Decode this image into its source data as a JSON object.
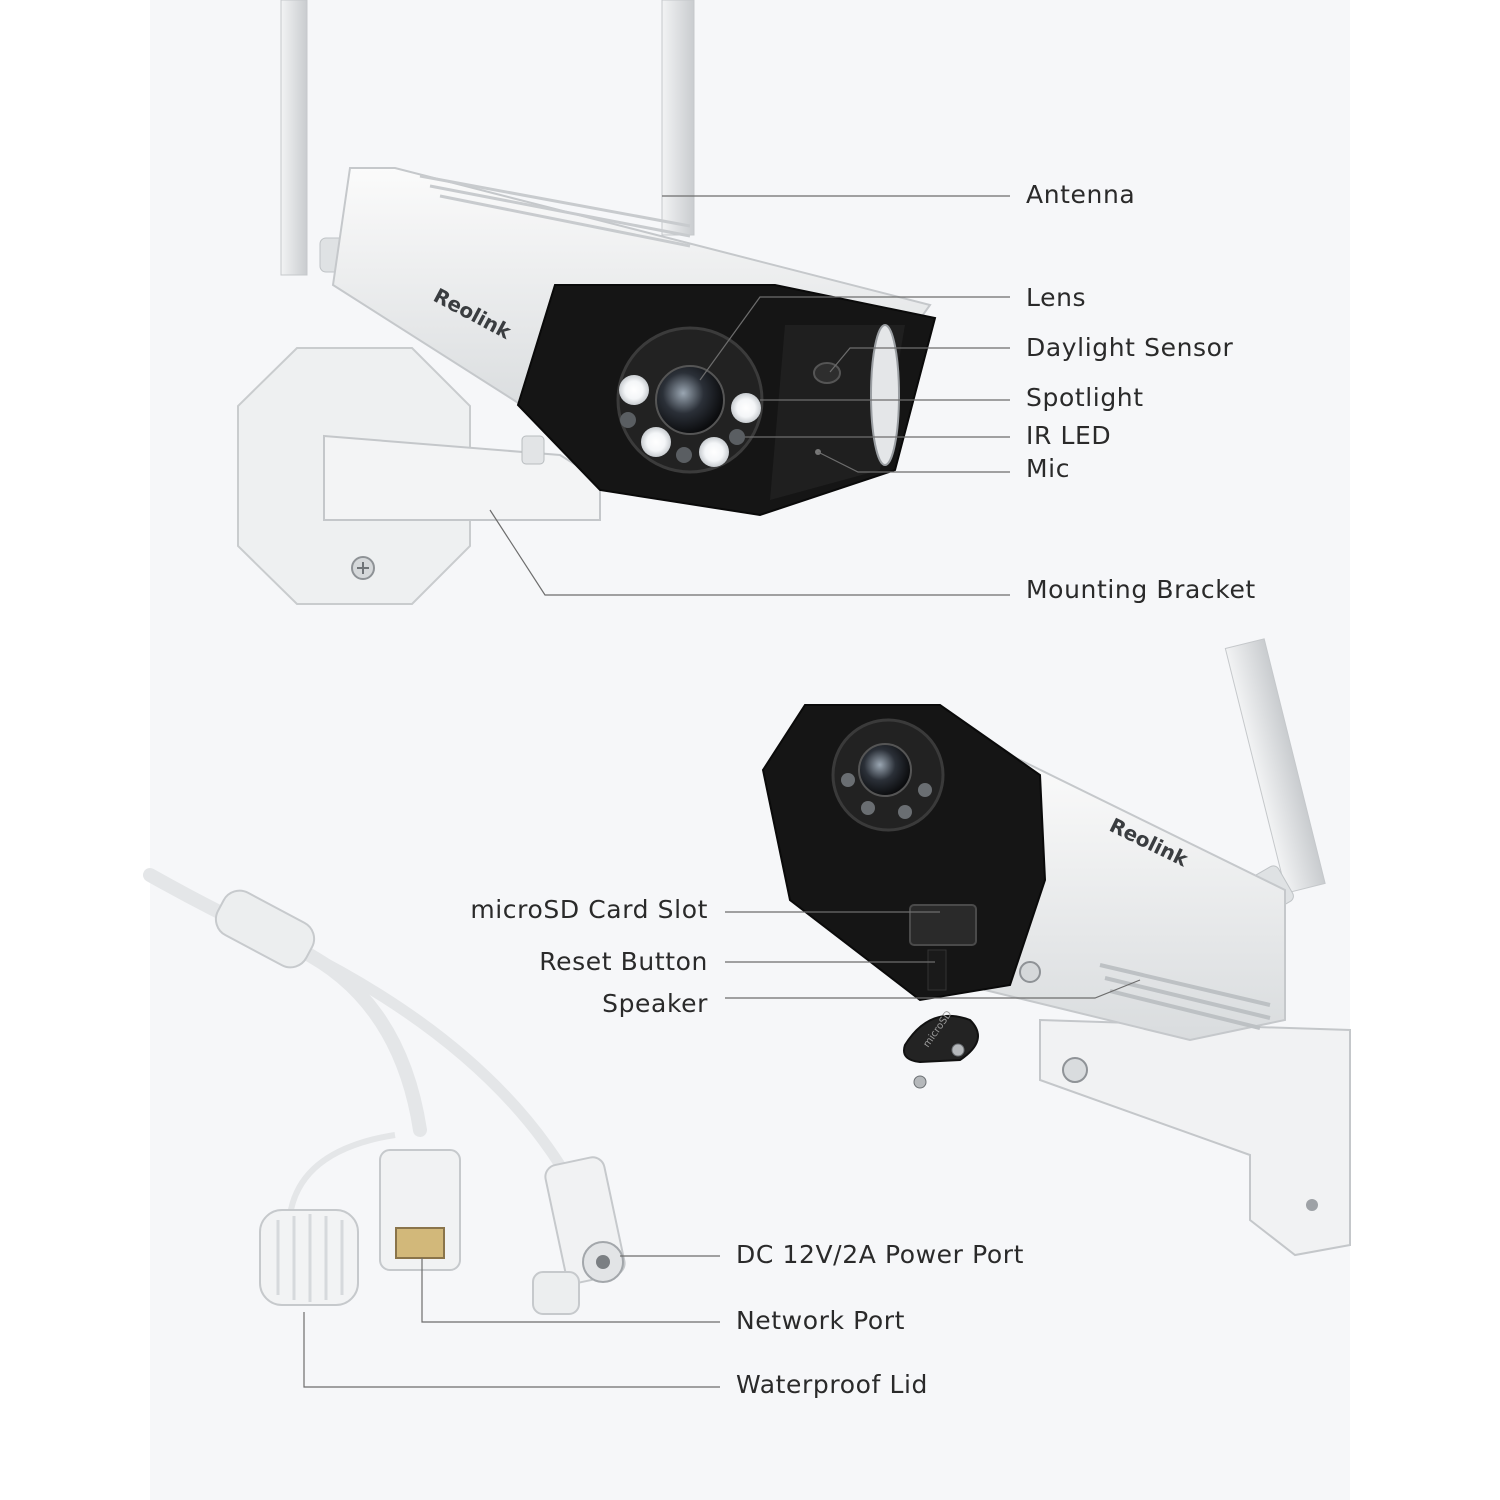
{
  "colors": {
    "background": "#f6f7f9",
    "camera_body": "#eceeef",
    "camera_face": "#151515",
    "leader_line": "#6d6d6d",
    "label_text": "#2a2a2a"
  },
  "top_camera": {
    "brand": "Reolink",
    "callouts": {
      "antenna": "Antenna",
      "lens": "Lens",
      "daylight_sensor": "Daylight Sensor",
      "spotlight": "Spotlight",
      "ir_led": "IR LED",
      "mic": "Mic",
      "mounting_bracket": "Mounting Bracket"
    }
  },
  "bottom_camera": {
    "brand": "Reolink",
    "card_text": "microSD",
    "callouts": {
      "microsd_slot": "microSD Card Slot",
      "reset_button": "Reset Button",
      "speaker": "Speaker"
    }
  },
  "cable": {
    "callouts": {
      "power_port": "DC 12V/2A Power Port",
      "network_port": "Network Port",
      "waterproof_lid": "Waterproof Lid"
    }
  }
}
